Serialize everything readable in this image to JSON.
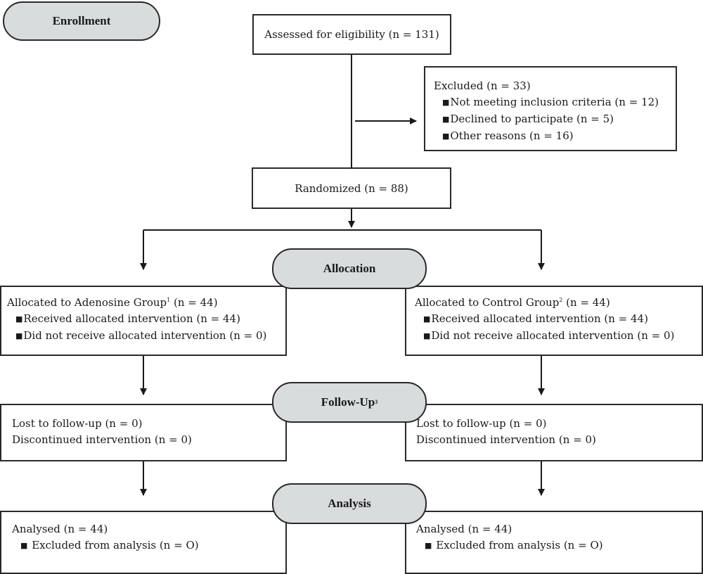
{
  "stages": {
    "enrollment": "Enrollment",
    "allocation": "Allocation",
    "follow_up": "Follow-Up",
    "follow_up_note": "3",
    "analysis": "Analysis"
  },
  "assessed": "Assessed for eligibility (n = 131)",
  "excluded": {
    "title": "Excluded (n = 33)",
    "items": [
      "Not meeting inclusion criteria (n = 12)",
      "Declined to participate (n = 5)",
      "Other reasons (n = 16)"
    ]
  },
  "randomized": "Randomized (n = 88)",
  "bullet_icon": "■",
  "arms": [
    {
      "allocation": {
        "prefix": "Allocated to Adenosine Group",
        "note": "1",
        "suffix": " (n = 44)",
        "items": [
          "Received allocated intervention (n = 44)",
          "Did not receive allocated intervention (n = 0)"
        ]
      },
      "follow_up": [
        "Lost to follow-up (n = 0)",
        "Discontinued intervention (n = 0)"
      ],
      "analysis": {
        "title": "Analysed (n = 44)",
        "items": [
          "Excluded from analysis (n = O)"
        ]
      }
    },
    {
      "allocation": {
        "prefix": "Allocated to Control Group",
        "note": "2",
        "suffix": " (n = 44)",
        "items": [
          "Received allocated intervention (n = 44)",
          "Did not receive allocated intervention (n = 0)"
        ]
      },
      "follow_up": [
        "Lost to follow-up (n = 0)",
        "Discontinued intervention (n = 0)"
      ],
      "analysis": {
        "title": "Analysed (n = 44)",
        "items": [
          "Excluded from analysis (n = O)"
        ]
      }
    }
  ]
}
